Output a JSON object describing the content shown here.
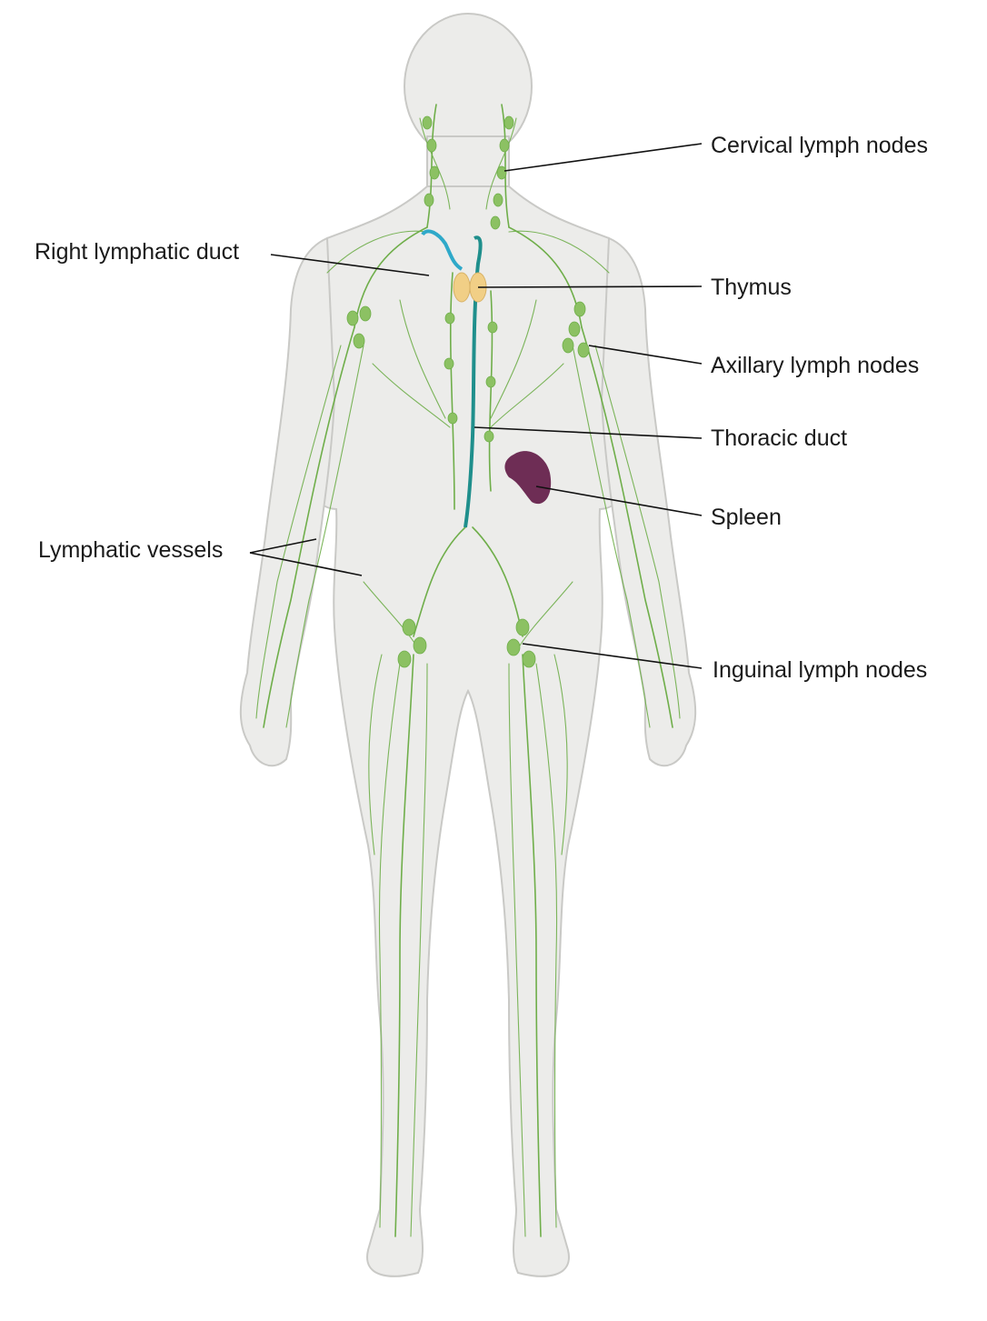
{
  "labels": {
    "cervical": "Cervical lymph nodes",
    "right_duct": "Right lymphatic duct",
    "thymus": "Thymus",
    "axillary": "Axillary lymph nodes",
    "thoracic": "Thoracic duct",
    "spleen": "Spleen",
    "vessels": "Lymphatic vessels",
    "inguinal": "Inguinal lymph nodes"
  },
  "colors": {
    "vessel": "#6fae4a",
    "node": "#8cc163",
    "thoracic_duct": "#1f8f8c",
    "right_duct": "#2fa9c9",
    "thymus": "#f1cf86",
    "spleen": "#6e2d55",
    "body": "#ececea"
  },
  "icons": {
    "figure": "human-body-figure",
    "thymus": "thymus-organ",
    "spleen": "spleen-organ"
  }
}
